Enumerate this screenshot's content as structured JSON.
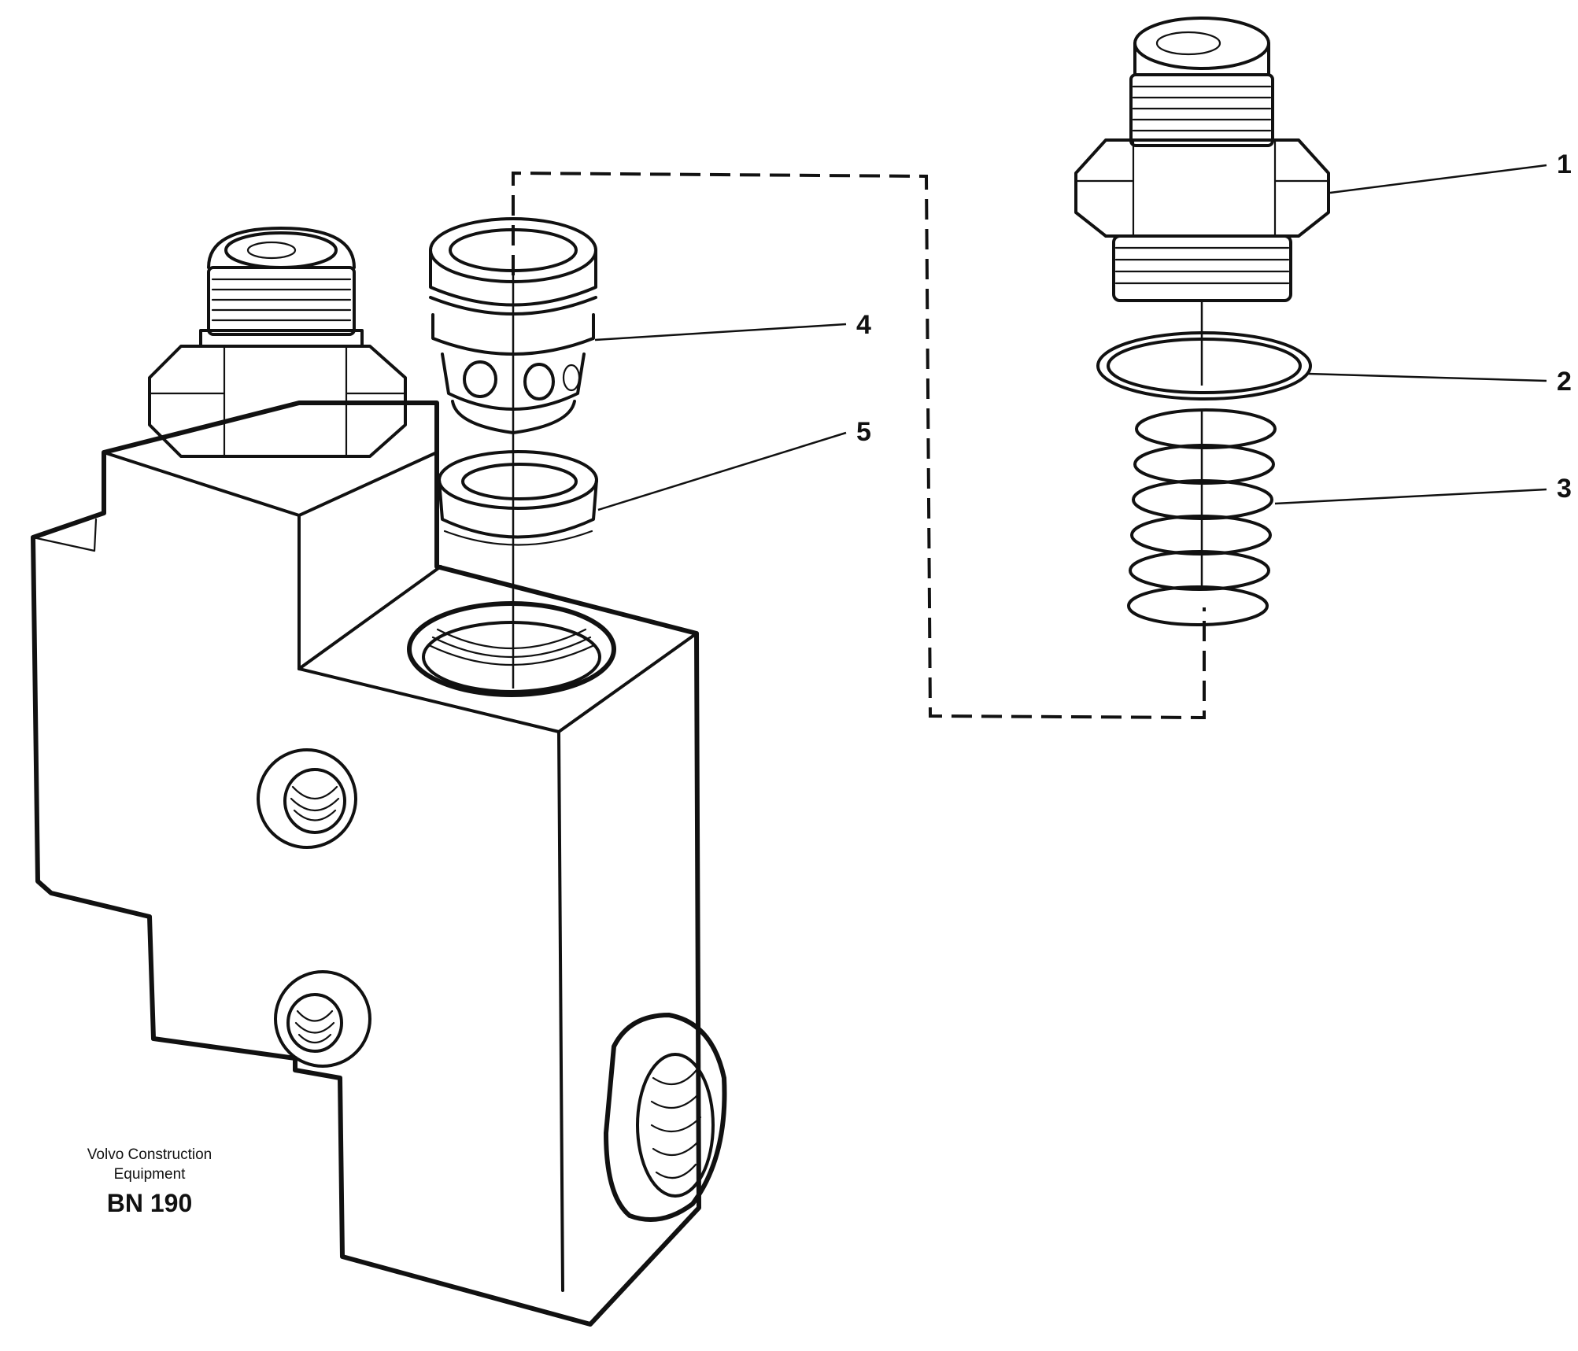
{
  "callouts": [
    {
      "id": "1",
      "label": "1"
    },
    {
      "id": "2",
      "label": "2"
    },
    {
      "id": "3",
      "label": "3"
    },
    {
      "id": "4",
      "label": "4"
    },
    {
      "id": "5",
      "label": "5"
    }
  ],
  "caption": {
    "line1": "Volvo Construction",
    "line2": "Equipment",
    "code": "BN 190"
  },
  "colors": {
    "ink": "#111111",
    "background": "#ffffff"
  }
}
